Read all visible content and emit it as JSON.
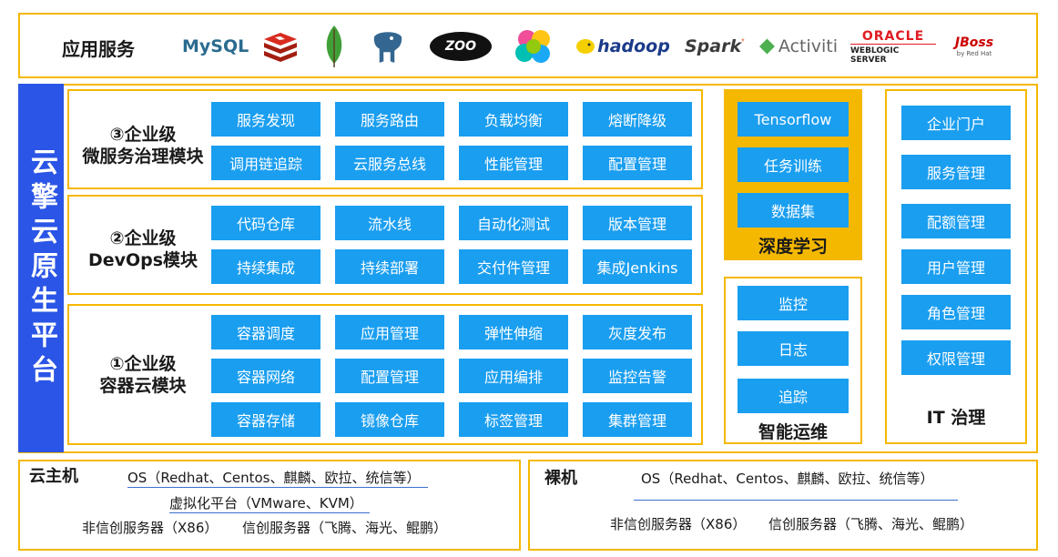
{
  "app_services": {
    "title": "应用服务",
    "logos": [
      {
        "name": "mysql-logo",
        "text": "MySQL"
      },
      {
        "name": "redis-logo",
        "text": ""
      },
      {
        "name": "mongodb-logo",
        "text": ""
      },
      {
        "name": "postgresql-logo",
        "text": ""
      },
      {
        "name": "zookeeper-logo",
        "text": "ZOO"
      },
      {
        "name": "elastic-logo",
        "text": ""
      },
      {
        "name": "hadoop-logo",
        "text": "hadoop"
      },
      {
        "name": "spark-logo",
        "text": "Spark"
      },
      {
        "name": "activiti-logo",
        "text": "Activiti"
      },
      {
        "name": "oracle-weblogic-logo",
        "text": "ORACLE",
        "sub": "WEBLOGIC SERVER"
      },
      {
        "name": "jboss-logo",
        "text": "JBoss",
        "sub": "by Red Hat"
      }
    ]
  },
  "platform": {
    "label": "云擎云原生平台"
  },
  "modules": [
    {
      "title_lines": [
        "③企业级",
        "微服务治理模块"
      ],
      "items": [
        "服务发现",
        "服务路由",
        "负载均衡",
        "熔断降级",
        "调用链追踪",
        "云服务总线",
        "性能管理",
        "配置管理"
      ]
    },
    {
      "title_lines": [
        "②企业级",
        "DevOps模块"
      ],
      "items": [
        "代码仓库",
        "流水线",
        "自动化测试",
        "版本管理",
        "持续集成",
        "持续部署",
        "交付件管理",
        "集成Jenkins"
      ]
    },
    {
      "title_lines": [
        "①企业级",
        "容器云模块"
      ],
      "items": [
        "容器调度",
        "应用管理",
        "弹性伸缩",
        "灰度发布",
        "容器网络",
        "配置管理",
        "应用编排",
        "监控告警",
        "容器存储",
        "镜像仓库",
        "标签管理",
        "集群管理"
      ]
    }
  ],
  "deep_learning": {
    "title": "深度学习",
    "items": [
      "Tensorflow",
      "任务训练",
      "数据集"
    ]
  },
  "aiops": {
    "title": "智能运维",
    "items": [
      "监控",
      "日志",
      "追踪"
    ]
  },
  "it_governance": {
    "title": "IT 治理",
    "items": [
      "企业门户",
      "服务管理",
      "配额管理",
      "用户管理",
      "角色管理",
      "权限管理"
    ]
  },
  "cloud_host": {
    "label": "云主机",
    "os": "OS（Redhat、Centos、麒麟、欧拉、统信等）",
    "virtualization": "虚拟化平台（VMware、KVM）",
    "servers_x86": "非信创服务器（X86）",
    "servers_xc": "信创服务器（飞腾、海光、鲲鹏）"
  },
  "bare_metal": {
    "label": "裸机",
    "os": "OS（Redhat、Centos、麒麟、欧拉、统信等）",
    "servers_x86": "非信创服务器（X86）",
    "servers_xc": "信创服务器（飞腾、海光、鲲鹏）"
  },
  "colors": {
    "accent_blue": "#1a9ef0",
    "platform_blue": "#2b55e6",
    "border_gold": "#f5b800"
  }
}
